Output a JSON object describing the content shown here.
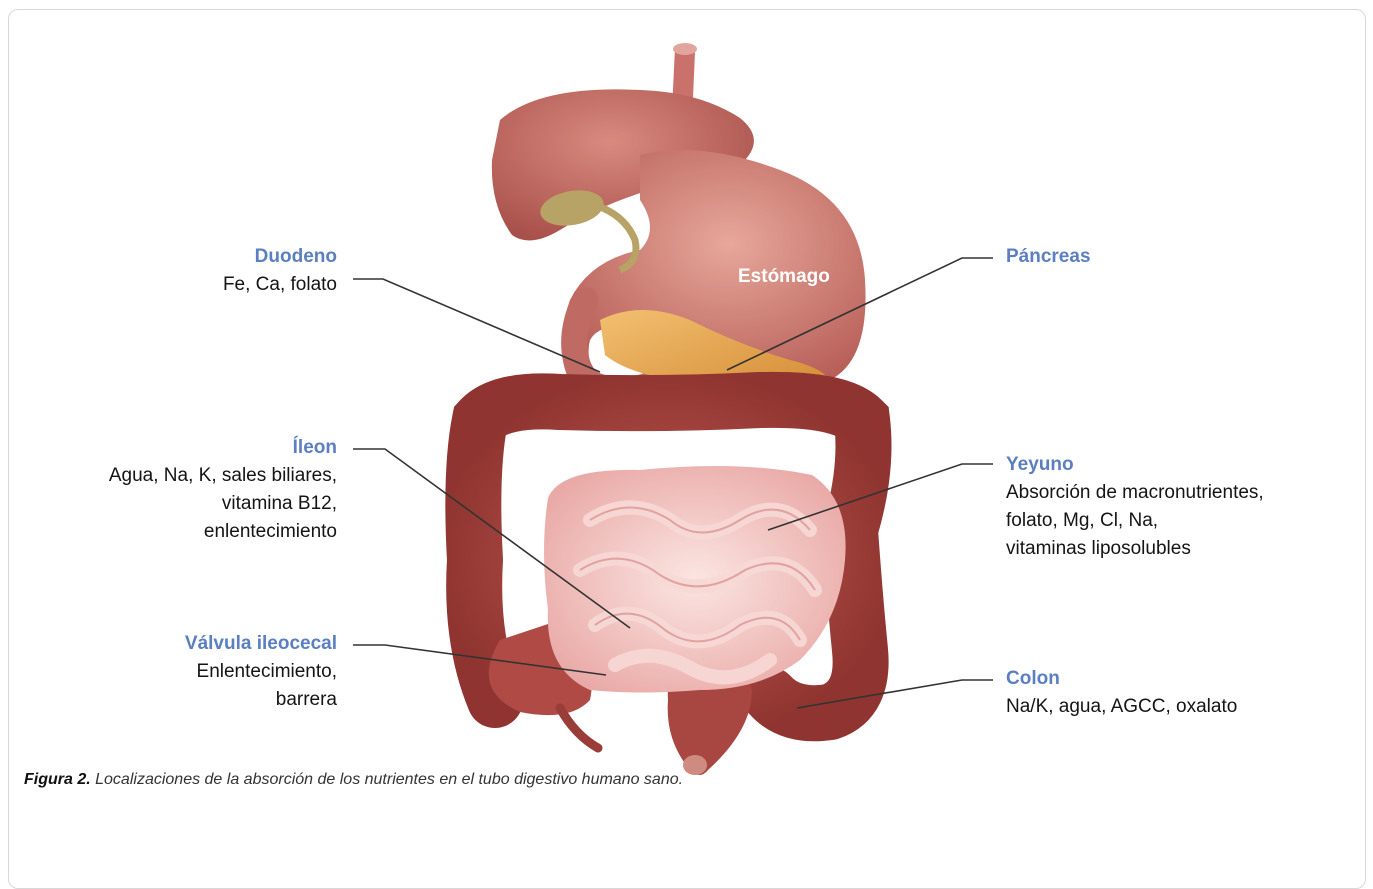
{
  "labels": {
    "duodeno": {
      "title": "Duodeno",
      "desc": "Fe, Ca, folato"
    },
    "ileon": {
      "title": "Íleon",
      "desc1": "Agua, Na, K, sales biliares,",
      "desc2": "vitamina B12,",
      "desc3": "enlentecimiento"
    },
    "valvula": {
      "title": "Válvula ileocecal",
      "desc1": "Enlentecimiento,",
      "desc2": "barrera"
    },
    "pancreas": {
      "title": "Páncreas"
    },
    "yeyuno": {
      "title": "Yeyuno",
      "desc1": "Absorción de macronutrientes,",
      "desc2": "folato, Mg, Cl, Na,",
      "desc3": "vitaminas liposolubles"
    },
    "colon": {
      "title": "Colon",
      "desc": "Na/K, agua, AGCC, oxalato"
    },
    "estomago": "Estómago"
  },
  "caption": {
    "prefix": "Figura 2.",
    "text": " Localizaciones de la absorción de los nutrientes en el tubo digestivo humano sano."
  },
  "colors": {
    "title_blue": "#5b7fc0",
    "organ_red": "#b95a55",
    "colon_red": "#a2423c",
    "intestine_pink": "#f2c4c2",
    "pancreas_orange": "#e6a24a"
  }
}
